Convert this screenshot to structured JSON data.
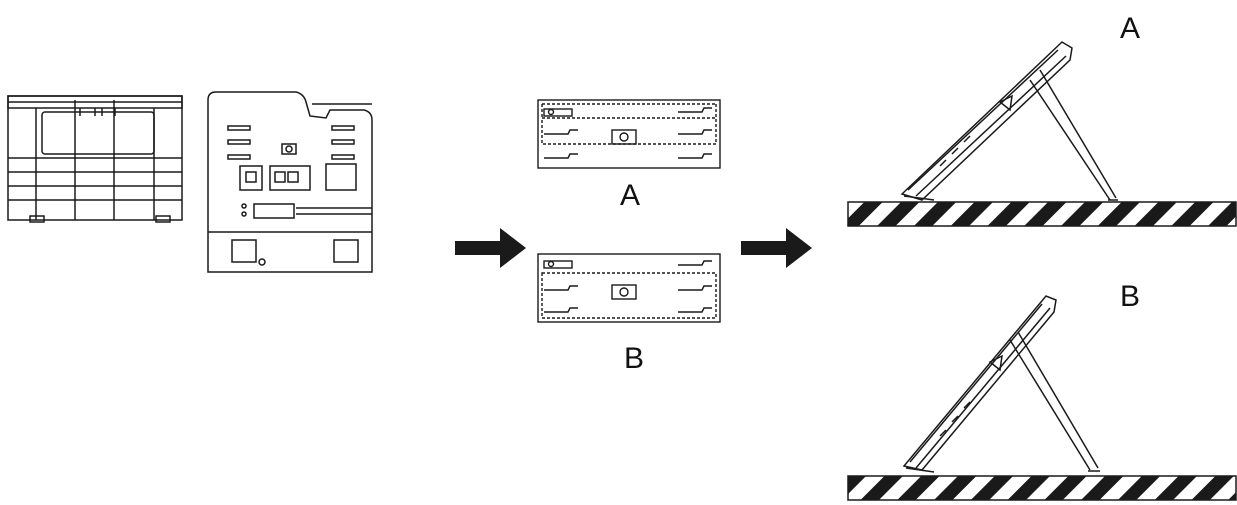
{
  "labels": {
    "stand_option_a": "A",
    "stand_option_b": "B",
    "result_a": "A",
    "result_b": "B"
  },
  "colors": {
    "line": "#1a1a1a",
    "arrow": "#1a1a1a",
    "background": "#ffffff"
  },
  "icons": [
    "stand-icon",
    "phone-back-icon",
    "slot-diagram-a-icon",
    "slot-diagram-b-icon",
    "right-arrow-icon",
    "phone-side-icon",
    "desk-surface-icon"
  ]
}
